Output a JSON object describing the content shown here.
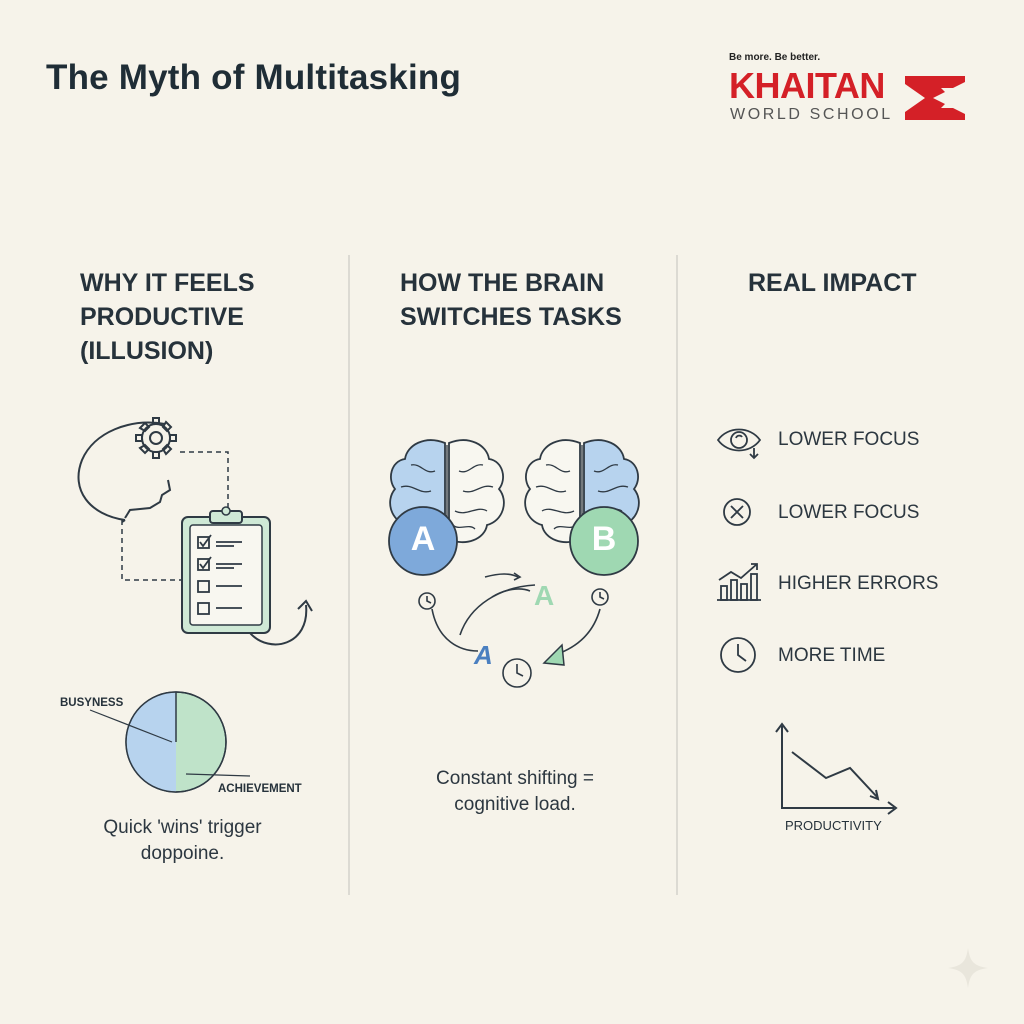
{
  "header": {
    "title": "The Myth of Multitasking",
    "logo": {
      "tagline": "Be more. Be better.",
      "name": "KHAITAN",
      "subtitle": "WORLD SCHOOL",
      "accent_color": "#d42027"
    }
  },
  "columns": [
    {
      "heading_lines": [
        "WHY IT FEELS",
        "PRODUCTIVE",
        "(ILLUSION)"
      ],
      "icons": [
        "head-gears-icon",
        "clipboard-checklist-icon",
        "pie-chart-icon"
      ],
      "pie": {
        "labels": [
          "BUSYNESS",
          "ACHIEVEMENT"
        ],
        "colors": [
          "#b7d3ee",
          "#bfe3c9"
        ]
      },
      "caption_lines": [
        "Quick 'wins' trigger",
        "doppoine."
      ]
    },
    {
      "heading_lines": [
        "HOW THE BRAIN",
        "SWITCHES TASKS"
      ],
      "brains": [
        {
          "letter": "A",
          "color": "#7ea9da"
        },
        {
          "letter": "B",
          "color": "#9fd8b2"
        }
      ],
      "cycle_letters": [
        "A",
        "A"
      ],
      "caption_lines": [
        "Constant shifting =",
        "cognitive load."
      ]
    },
    {
      "heading_lines": [
        "REAL IMPACT"
      ],
      "impacts": [
        {
          "icon": "eye-icon",
          "label": "LOWER FOCUS"
        },
        {
          "icon": "x-circle-icon",
          "label": "LOWER FOCUS"
        },
        {
          "icon": "bar-chart-icon",
          "label": "HIGHER ERRORS"
        },
        {
          "icon": "clock-icon",
          "label": "MORE TIME"
        }
      ],
      "chart_label": "PRODUCTIVITY"
    }
  ]
}
